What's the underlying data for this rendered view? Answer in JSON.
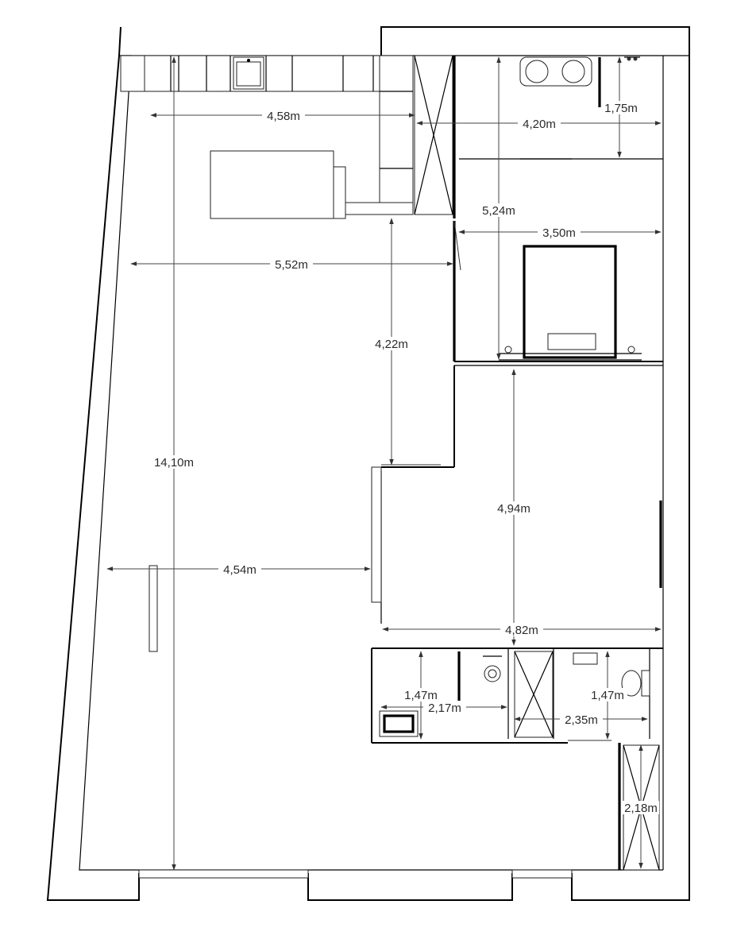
{
  "plan": {
    "title": "",
    "dimensions": [
      {
        "id": "dim-kitchen-width",
        "label": "4,58m"
      },
      {
        "id": "dim-bath-width",
        "label": "4,20m"
      },
      {
        "id": "dim-bath-depth",
        "label": "1,75m"
      },
      {
        "id": "dim-right-depth",
        "label": "5,24m"
      },
      {
        "id": "dim-bedroom-width",
        "label": "3,50m"
      },
      {
        "id": "dim-living-width-upper",
        "label": "5,52m"
      },
      {
        "id": "dim-island-to-niche",
        "label": "4,22m"
      },
      {
        "id": "dim-total-length",
        "label": "14,10m"
      },
      {
        "id": "dim-room2-depth",
        "label": "4,94m"
      },
      {
        "id": "dim-living-width-lower",
        "label": "4,54m"
      },
      {
        "id": "dim-room2-width",
        "label": "4,82m"
      },
      {
        "id": "dim-laundry-depth",
        "label": "1,47m"
      },
      {
        "id": "dim-laundry-width",
        "label": "2,17m"
      },
      {
        "id": "dim-wc-depth",
        "label": "1,47m"
      },
      {
        "id": "dim-wc-width",
        "label": "2,35m"
      },
      {
        "id": "dim-closet-depth",
        "label": "2,18m"
      }
    ]
  }
}
